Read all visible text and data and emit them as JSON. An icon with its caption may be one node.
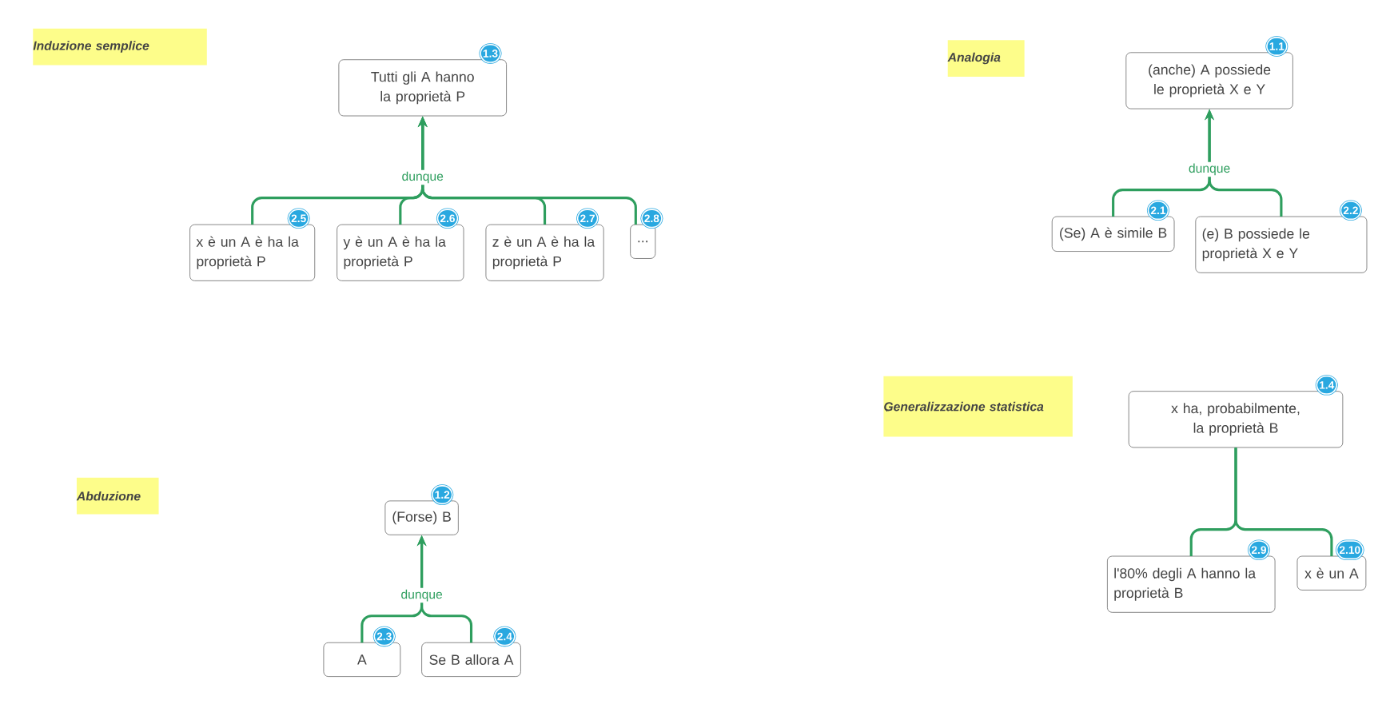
{
  "diagram": {
    "nodes": [
      {
        "text": [
          "Induzione semplice"
        ]
      },
      {
        "text": [
          "Tutti gli A hanno la proprietà P"
        ],
        "beside": [
          "1.3"
        ]
      },
      {
        "text": [
          "x è un A è ha la proprietà P"
        ],
        "beside": [
          "2.5"
        ]
      },
      {
        "text": [
          "y è un A è ha la proprietà P"
        ],
        "beside": [
          "2.6"
        ]
      },
      {
        "text": [
          "z è un A è ha la proprietà P"
        ],
        "beside": [
          "2.7"
        ]
      },
      {
        "text": [
          "..."
        ],
        "beside": [
          "2.8"
        ]
      },
      {
        "text": [
          "Analogia"
        ]
      },
      {
        "text": [
          "(anche) A possiede le proprietà X e Y"
        ],
        "beside": [
          "1.1"
        ]
      },
      {
        "text": [
          "(Se) A è simile B"
        ],
        "beside": [
          "2.1"
        ]
      },
      {
        "text": [
          "(e) B possiede le proprietà X e Y"
        ],
        "beside": [
          "2.2"
        ]
      },
      {
        "text": [
          "Abduzione"
        ]
      },
      {
        "text": [
          "(Forse) B"
        ],
        "beside": [
          "1.2"
        ]
      },
      {
        "text": [
          "A"
        ],
        "beside": [
          "2.3"
        ]
      },
      {
        "text": [
          "Se B allora A"
        ],
        "beside": [
          "2.4"
        ]
      },
      {
        "text": [
          "Generalizzazione statistica"
        ]
      },
      {
        "text": [
          "x ha, probabilmente, la proprietà B"
        ],
        "beside": [
          "1.4"
        ]
      },
      {
        "text": [
          "l'80% degli A hanno la proprietà B"
        ],
        "beside": [
          "2.9"
        ]
      },
      {
        "text": [
          "x è un A"
        ],
        "beside": [
          "2.10"
        ]
      }
    ],
    "edges": [
      {
        "from": 2,
        "to": 1,
        "arrow": "to",
        "label": "dunque"
      },
      {
        "from": 3,
        "to": 1,
        "arrow": "to"
      },
      {
        "from": 4,
        "to": 1,
        "arrow": "to"
      },
      {
        "from": 5,
        "to": 1,
        "arrow": "to"
      },
      {
        "from": 8,
        "to": 7,
        "arrow": "to",
        "label": "dunque"
      },
      {
        "from": 9,
        "to": 7,
        "arrow": "to"
      },
      {
        "from": 12,
        "to": 11,
        "arrow": "to",
        "label": "dunque"
      },
      {
        "from": 13,
        "to": 11,
        "arrow": "to"
      },
      {
        "from": 16,
        "to": 15,
        "arrow": "none"
      },
      {
        "from": 17,
        "to": 15,
        "arrow": "none"
      }
    ]
  }
}
